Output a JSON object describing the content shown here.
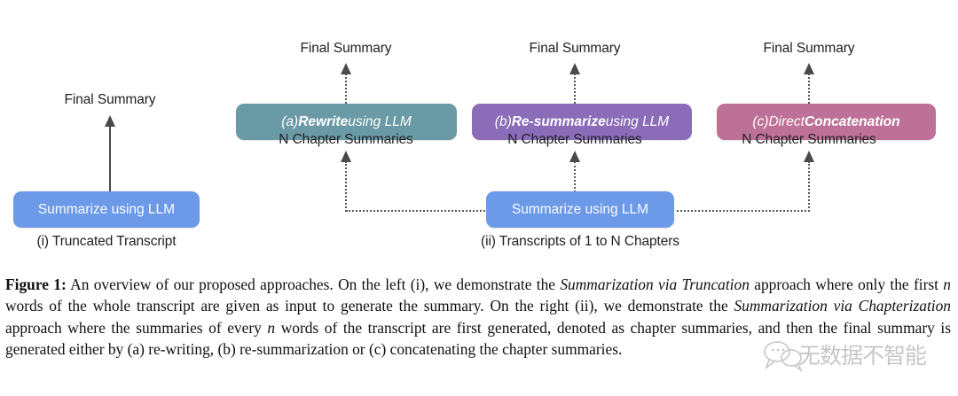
{
  "figure": {
    "left_branch": {
      "final_summary_label": "Final Summary",
      "process_box": "Summarize using LLM",
      "input_label": "(i) Truncated Transcript"
    },
    "right_branch": {
      "process_box": "Summarize using LLM",
      "input_label": "(ii) Transcripts of 1 to N Chapters",
      "columns": [
        {
          "final_summary_label": "Final Summary",
          "method_prefix": "(a) ",
          "method_bold": "Rewrite",
          "method_suffix": " using LLM",
          "intermediate_label": "N Chapter Summaries",
          "color": "#6a9aa6"
        },
        {
          "final_summary_label": "Final Summary",
          "method_prefix": "(b) ",
          "method_bold": "Re-summarize",
          "method_suffix": " using LLM",
          "intermediate_label": "N Chapter Summaries",
          "color": "#8a6cb8"
        },
        {
          "final_summary_label": "Final Summary",
          "method_prefix": "(c) ",
          "method_bold_lead": "Direct ",
          "method_bold": "Concatenation",
          "method_suffix": "",
          "intermediate_label": "N Chapter Summaries",
          "color": "#be7196"
        }
      ]
    },
    "box_color_blue": "#6c9ae8"
  },
  "caption": {
    "label": "Figure 1:",
    "t1": " An overview of our proposed approaches. On the left (i), we demonstrate the ",
    "i1": "Summarization via Truncation",
    "t2": " approach where only the first ",
    "n1": "n",
    "t3": " words of the whole transcript are given as input to generate the summary. On the right (ii), we demonstrate the ",
    "i2": "Summarization via Chapterization",
    "t4": " approach where the summaries of every ",
    "n2": "n",
    "t5": " words of the transcript are first generated, denoted as chapter summaries, and then the final summary is generated either by (a) re-writing, (b) re-summarization or (c) concatenating the chapter summaries."
  },
  "watermark": {
    "text": "无数据不智能"
  }
}
